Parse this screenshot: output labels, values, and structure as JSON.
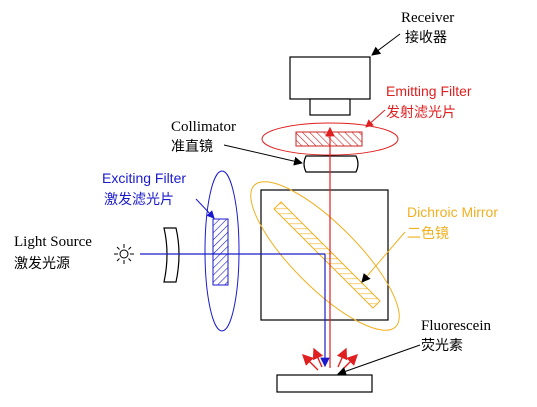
{
  "colors": {
    "black": "#000000",
    "blue": "#1a1acc",
    "red": "#e02020",
    "yellow": "#f0b020",
    "hatch": "#cc2222"
  },
  "labels": {
    "receiver_en": "Receiver",
    "receiver_cn": "接收器",
    "emitting_en": "Emitting Filter",
    "emitting_cn": "发射滤光片",
    "collimator_en": "Collimator",
    "collimator_cn": "准直镜",
    "exciting_en": "Exciting Filter",
    "exciting_cn": "激发滤光片",
    "dichroic_en": "Dichroic Mirror",
    "dichroic_cn": "二色镜",
    "source_en": "Light Source",
    "source_cn": "激发光源",
    "fluorescein_en": "Fluorescein",
    "fluorescein_cn": "荧光素"
  },
  "icons": {
    "light_source": "sun-icon"
  }
}
